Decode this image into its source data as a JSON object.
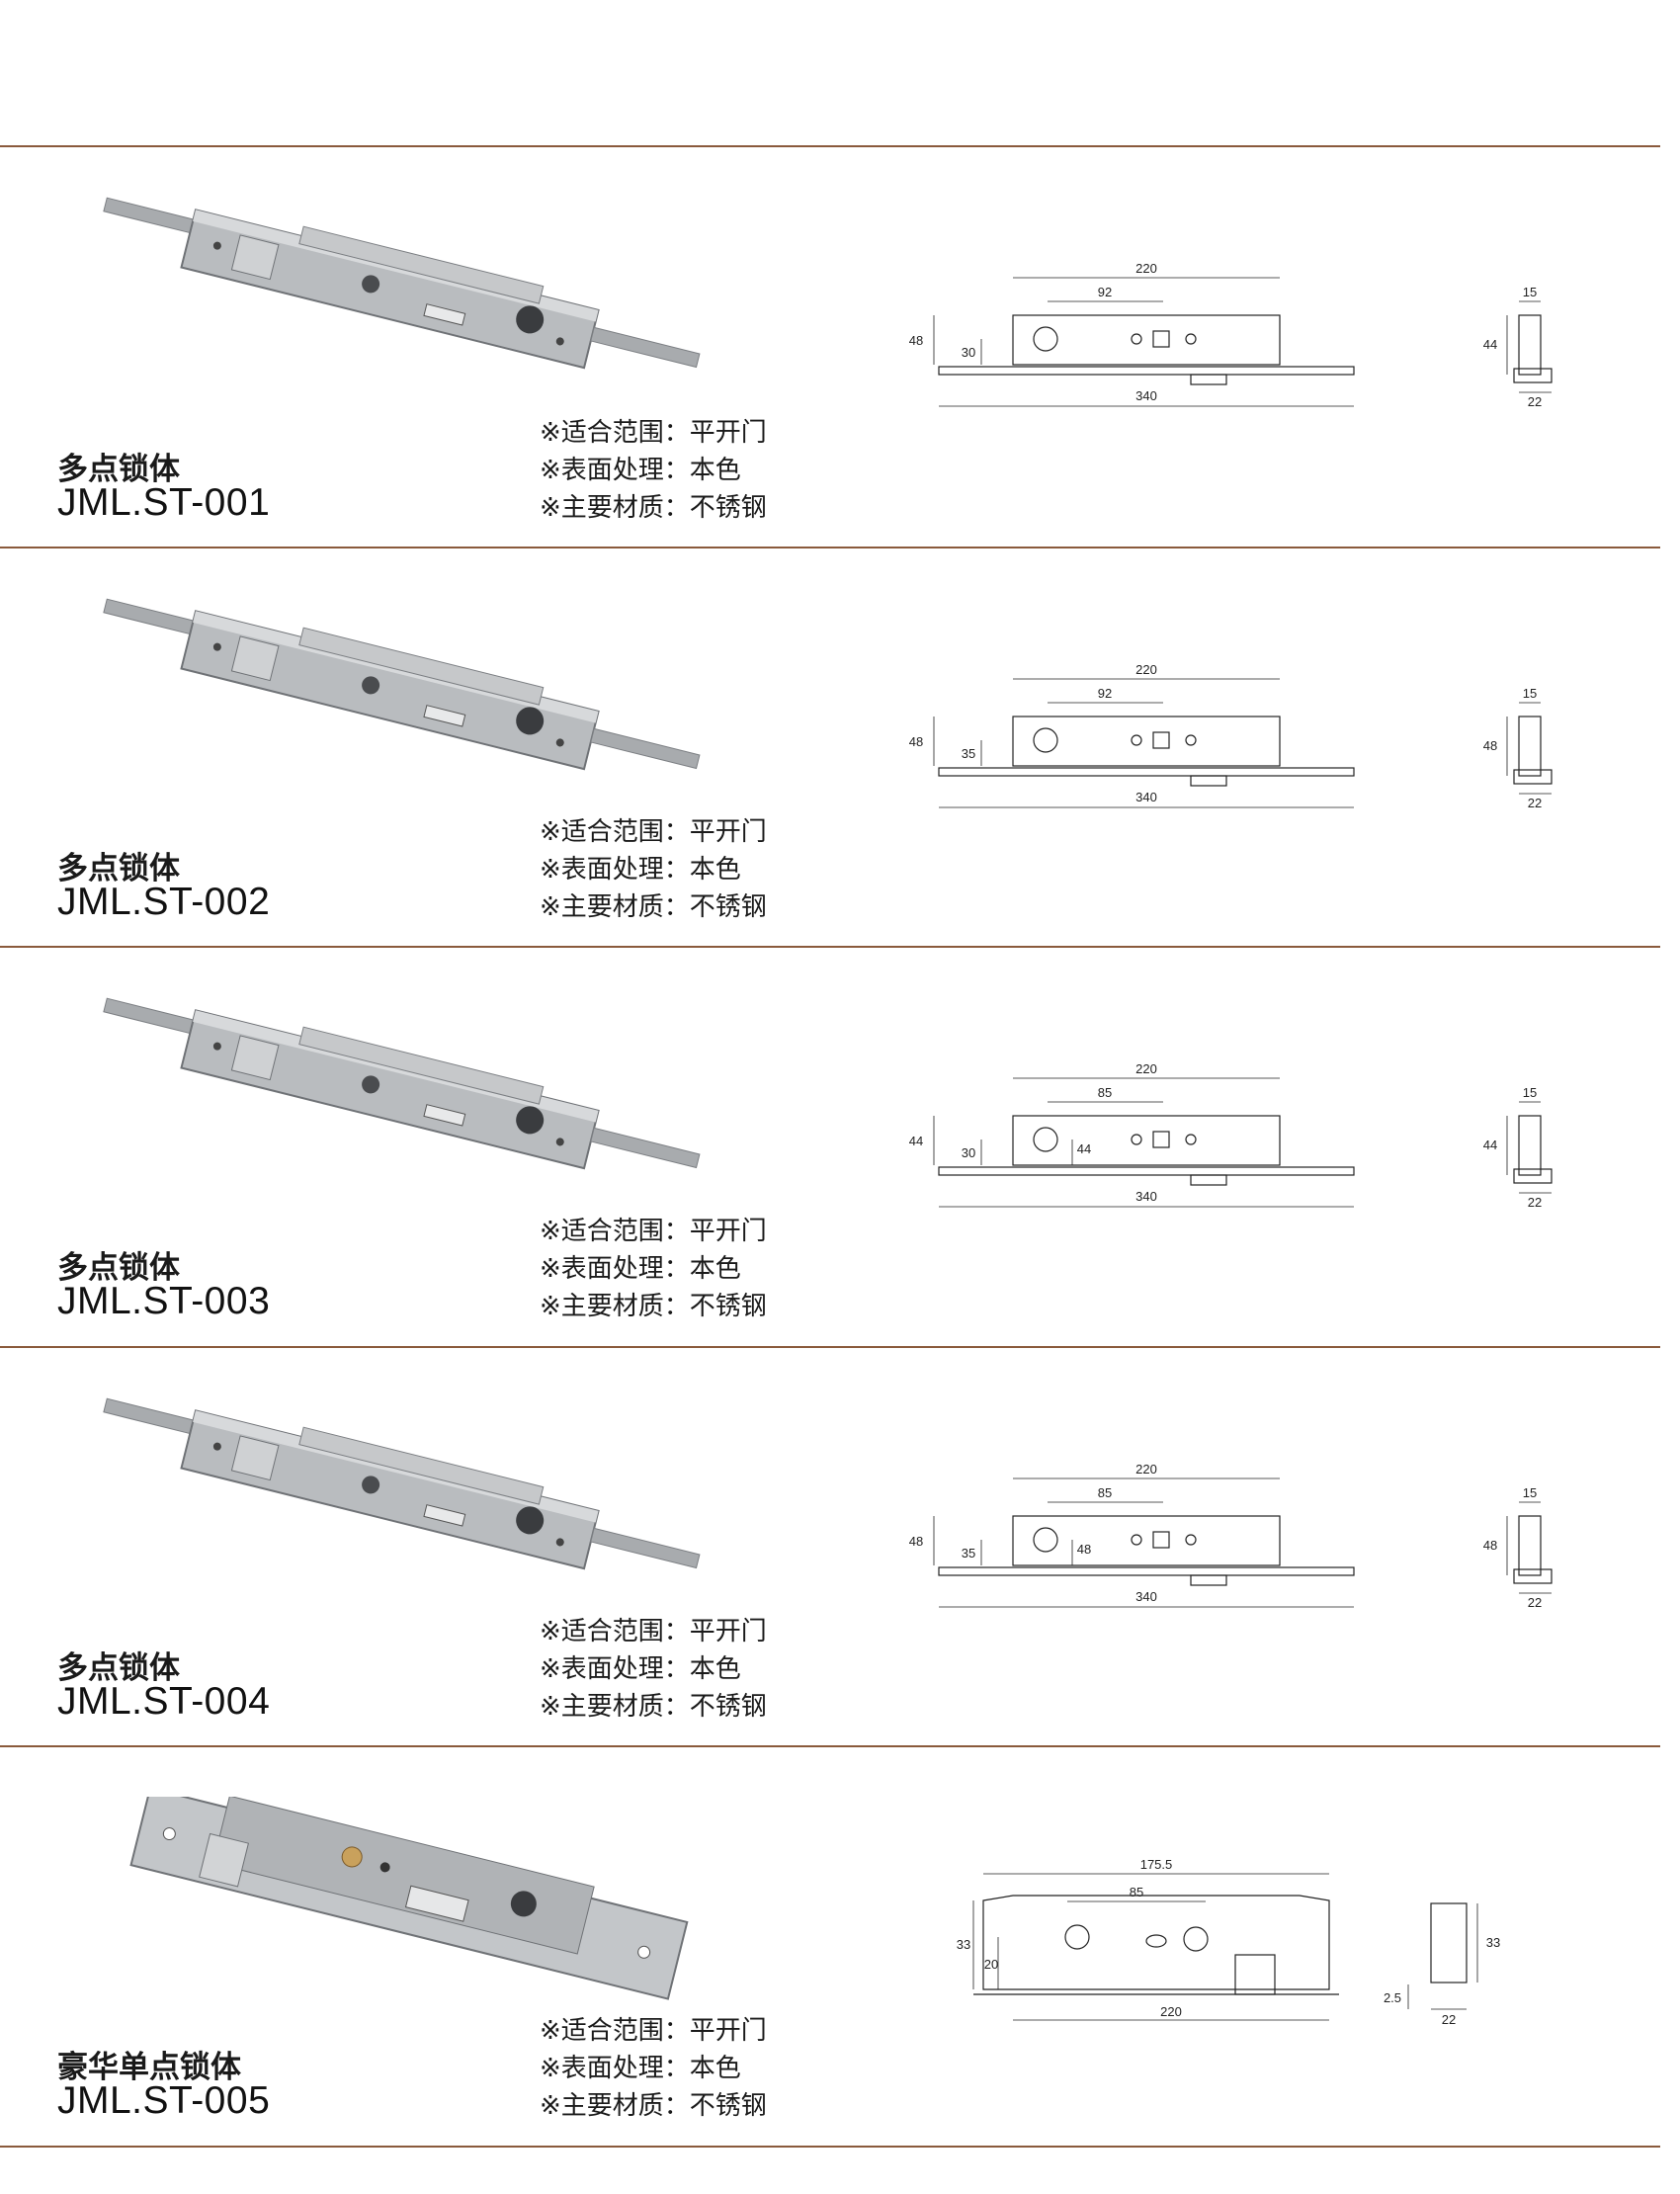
{
  "products": [
    {
      "name": "多点锁体",
      "code": "JML.ST-001",
      "specs": [
        "※适合范围：平开门",
        "※表面处理：本色",
        "※主要材质：不锈钢"
      ],
      "dims": {
        "total": "220",
        "center": "92",
        "height": "48",
        "backset": "30",
        "length": "340",
        "depth": "15",
        "width": "22",
        "side_h": "44",
        "extra": ""
      }
    },
    {
      "name": "多点锁体",
      "code": "JML.ST-002",
      "specs": [
        "※适合范围：平开门",
        "※表面处理：本色",
        "※主要材质：不锈钢"
      ],
      "dims": {
        "total": "220",
        "center": "92",
        "height": "48",
        "backset": "35",
        "length": "340",
        "depth": "15",
        "width": "22",
        "side_h": "48",
        "extra": ""
      }
    },
    {
      "name": "多点锁体",
      "code": "JML.ST-003",
      "specs": [
        "※适合范围：平开门",
        "※表面处理：本色",
        "※主要材质：不锈钢"
      ],
      "dims": {
        "total": "220",
        "center": "85",
        "height": "44",
        "backset": "30",
        "length": "340",
        "depth": "15",
        "width": "22",
        "side_h": "44",
        "extra": "44"
      }
    },
    {
      "name": "多点锁体",
      "code": "JML.ST-004",
      "specs": [
        "※适合范围：平开门",
        "※表面处理：本色",
        "※主要材质：不锈钢"
      ],
      "dims": {
        "total": "220",
        "center": "85",
        "height": "48",
        "backset": "35",
        "length": "340",
        "depth": "15",
        "width": "22",
        "side_h": "48",
        "extra": "48"
      }
    },
    {
      "name": "豪华单点锁体",
      "code": "JML.ST-005",
      "specs": [
        "※适合范围：平开门",
        "※表面处理：本色",
        "※主要材质：不锈钢"
      ],
      "dims": {
        "total": "175.5",
        "center": "85",
        "height": "33",
        "backset": "20",
        "length": "220",
        "depth": "2.5",
        "width": "22",
        "side_h": "33",
        "extra": ""
      }
    }
  ],
  "colors": {
    "rule": "#8a5a3c",
    "steel": "#b9bcbf",
    "steel_dark": "#8e9195",
    "brass": "#c9a15c"
  }
}
